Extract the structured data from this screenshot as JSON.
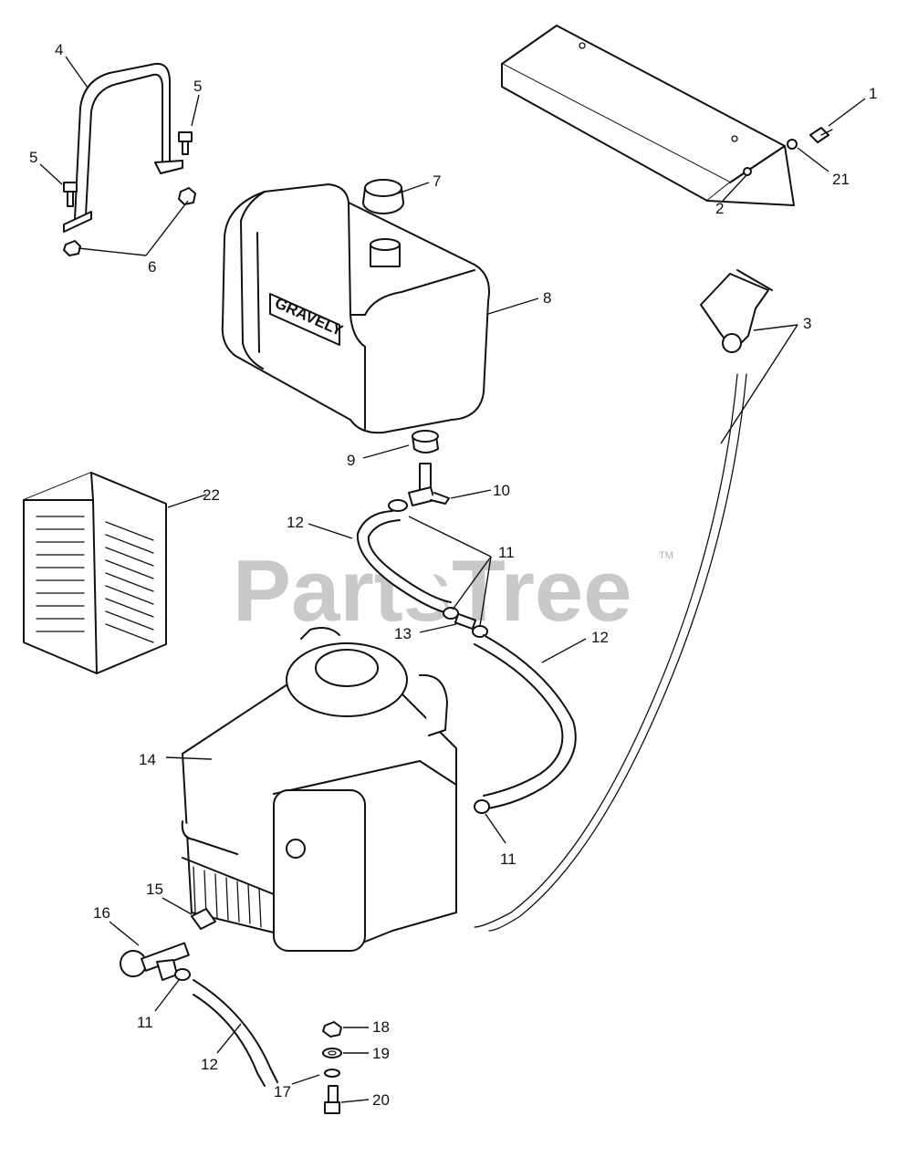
{
  "watermark": {
    "text": "PartsTree",
    "trademark": "TM"
  },
  "tank_brand": "GRAVELY",
  "callouts": {
    "c1": "1",
    "c2": "2",
    "c3": "3",
    "c4": "4",
    "c5a": "5",
    "c5b": "5",
    "c6": "6",
    "c7": "7",
    "c8": "8",
    "c9": "9",
    "c10": "10",
    "c11a": "11",
    "c11b": "11",
    "c11c": "11",
    "c12a": "12",
    "c12b": "12",
    "c12c": "12",
    "c13": "13",
    "c14": "14",
    "c15": "15",
    "c16": "16",
    "c17": "17",
    "c18": "18",
    "c19": "19",
    "c20": "20",
    "c21": "21",
    "c22": "22"
  }
}
